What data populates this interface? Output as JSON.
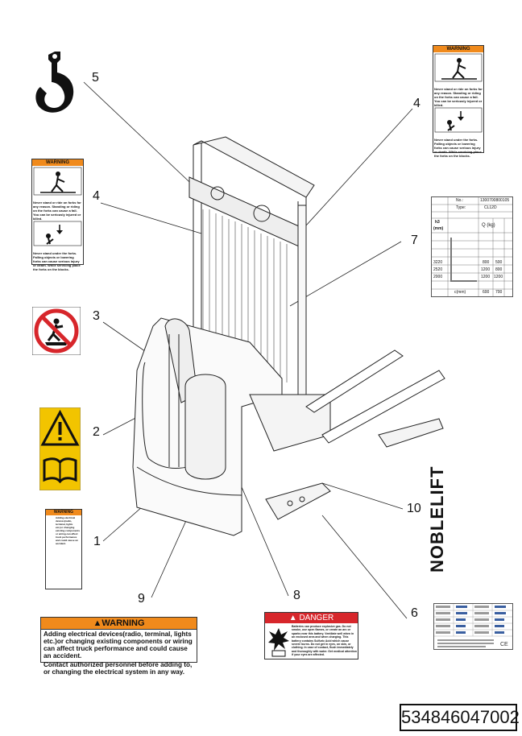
{
  "callouts": {
    "n1": "1",
    "n2": "2",
    "n3": "3",
    "n4a": "4",
    "n4b": "4",
    "n5": "5",
    "n6": "6",
    "n7": "7",
    "n8": "8",
    "n9": "9",
    "n10": "10"
  },
  "warning_labels": {
    "head": "WARNING",
    "stand_text": "Never stand or ride on forks for any reason. Standing or riding on the forks can cause a fall. You can be seriously injured or killed.",
    "under_text": "Never stand under the forks. Falling objects or lowering forks can cause serious injury or death. While servicing place the forks on the blocks.",
    "label1_text": "Adding electrical devices(radio, terminal, lights etc.)or changing existing components or wiring can affect truck performance and could cause an accident."
  },
  "electrical_warning": {
    "head": "WARNING",
    "line1": "Adding electrical devices(radio, terminal, lights etc.)or changing existing components or wiring can affect truck performance and could cause an accident.",
    "line2": "Contact authorized personnel before adding to, or changing the electrical system in any way."
  },
  "danger_label": {
    "head": "DANGER",
    "body": "Batteries can produce explosive gas. Do not smoke, use open flames, or create an arc or sparks near this battery. Ventilate well when in an enclosed area and when charging. This battery contains Sulfuric Acid which cause severe burns. Do not get in eyes, on skin, or clothing. In case of contact, flush immediately and thoroughly with water. Get medical attention if your eyes are affected."
  },
  "capacity_chart": {
    "no_label": "No.:",
    "no_value": "1300700800105",
    "type_label": "Type:",
    "type_value": "CL12D",
    "h_label": "h3",
    "h_unit": "(mm)",
    "q_label": "Q (kg)",
    "rows": [
      {
        "h": "3220",
        "a": "800",
        "b": "500"
      },
      {
        "h": "2520",
        "a": "1200",
        "b": "800"
      },
      {
        "h": "2000",
        "a": "1200",
        "b": "1200"
      }
    ],
    "c_label": "c(mm)",
    "c1": "600",
    "c2": "700"
  },
  "brand": "NOBLELIFT",
  "document_number": "534846047002",
  "colors": {
    "warning_orange": "#f08a1c",
    "danger_red": "#d7262b",
    "caution_yellow": "#f2c400",
    "prohibition_red": "#d7262b"
  }
}
